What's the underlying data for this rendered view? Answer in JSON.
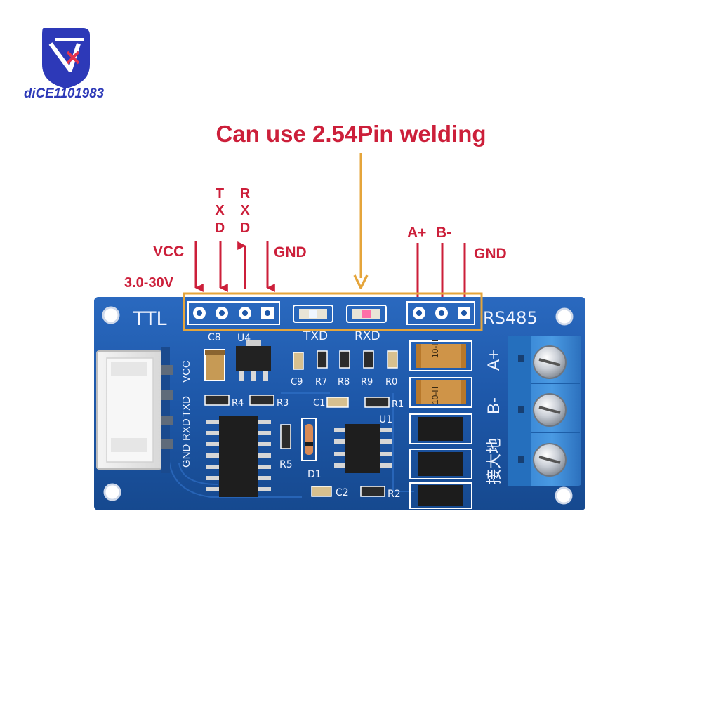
{
  "logo": {
    "brand": "diCE1101983"
  },
  "headline": "Can use 2.54Pin welding",
  "pin_labels": {
    "vcc": "VCC",
    "voltage": "3.0-30V",
    "txd": [
      "T",
      "X",
      "D"
    ],
    "rxd": [
      "R",
      "X",
      "D"
    ],
    "gnd_left": "GND",
    "a_plus": "A+",
    "b_minus": "B-",
    "gnd_right": "GND"
  },
  "board": {
    "ttl": "TTL",
    "rs485": "RS485",
    "led_txd": "TXD",
    "led_rxd": "RXD",
    "side_pins": [
      "VCC",
      "TXD",
      "RXD",
      "GND"
    ],
    "terminal_a": "A+",
    "terminal_b": "B-",
    "ground_cn": "接大地",
    "designators": {
      "c8": "C8",
      "u4": "U4",
      "c9": "C9",
      "r7": "R7",
      "r8": "R8",
      "r9": "R9",
      "r0": "R0",
      "r4": "R4",
      "r3": "R3",
      "c1": "C1",
      "r1": "R1",
      "u1": "U1",
      "r5": "R5",
      "d1": "D1",
      "c2": "C2",
      "r2": "R2"
    },
    "tvs_marking": "10-H"
  },
  "colors": {
    "label_red": "#cc1f3a",
    "arrow_orange": "#e5a53b",
    "pcb_blue": "#1d57a8",
    "terminal_blue": "#3a8ad6"
  }
}
